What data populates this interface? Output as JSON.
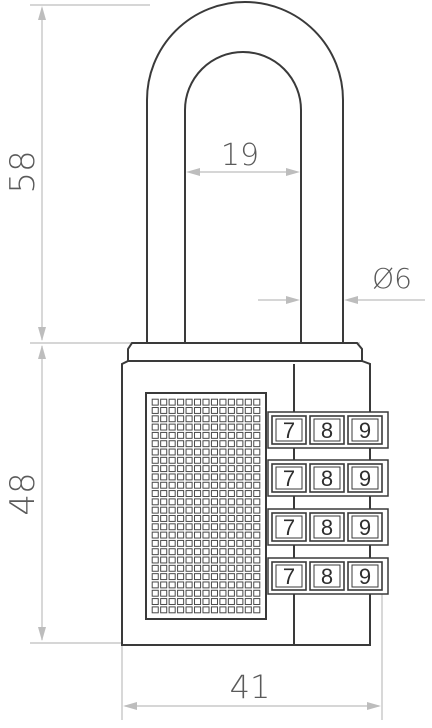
{
  "dimensions": {
    "shackle_height": "58",
    "body_height": "48",
    "shackle_inner_width": "19",
    "shackle_diameter": "Ø6",
    "body_width": "41"
  },
  "dial_digits": [
    "7",
    "8",
    "9"
  ],
  "dial_rows": 4,
  "colors": {
    "outline": "#3a3a3a",
    "dimension": "#b5b5b5",
    "text": "#5a5a5a"
  }
}
